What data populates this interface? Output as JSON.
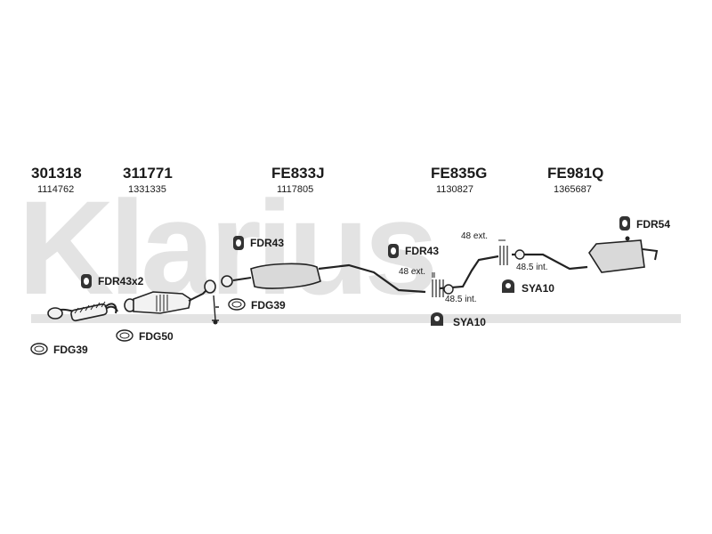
{
  "watermark": {
    "text": "Klarius",
    "color": "#e3e3e3"
  },
  "colors": {
    "line": "#222222",
    "pipe_fill": "#f2f2f2",
    "muffler_fill": "#d9d9d9",
    "rubber_fill": "#333333",
    "gasket_fill": "#ffffff"
  },
  "parts": [
    {
      "part_no": "301318",
      "ref_no": "1114762"
    },
    {
      "part_no": "311771",
      "ref_no": "1331335"
    },
    {
      "part_no": "FE833J",
      "ref_no": "1117805"
    },
    {
      "part_no": "FE835G",
      "ref_no": "1130827"
    },
    {
      "part_no": "FE981Q",
      "ref_no": "1365687"
    }
  ],
  "accessories": {
    "fdr43x2": {
      "label": "FDR43x2",
      "icon": "rubber-hanger-icon"
    },
    "fdr43_a": {
      "label": "FDR43",
      "icon": "rubber-hanger-icon"
    },
    "fdr43_b": {
      "label": "FDR43",
      "icon": "rubber-hanger-icon"
    },
    "fdr54": {
      "label": "FDR54",
      "icon": "rubber-hanger-icon"
    },
    "fdg39_a": {
      "label": "FDG39",
      "icon": "gasket-ring-icon"
    },
    "fdg39_b": {
      "label": "FDG39",
      "icon": "gasket-ring-icon"
    },
    "fdg50": {
      "label": "FDG50",
      "icon": "gasket-ring-icon"
    },
    "sya10_a": {
      "label": "SYA10",
      "icon": "clamp-icon"
    },
    "sya10_b": {
      "label": "SYA10",
      "icon": "clamp-icon"
    }
  },
  "measurements": {
    "m1": "48 ext.",
    "m2": "48.5 int.",
    "m3": "48 ext.",
    "m4": "48.5 int."
  }
}
